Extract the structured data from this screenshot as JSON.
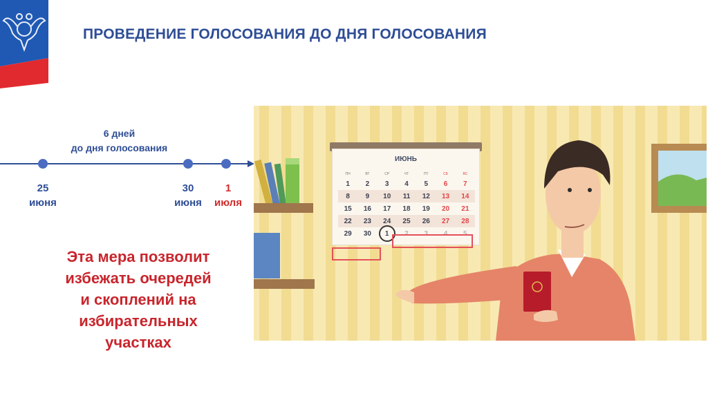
{
  "title": "ПРОВЕДЕНИЕ ГОЛОСОВАНИЯ ДО ДНЯ ГОЛОСОВАНИЯ",
  "timeline": {
    "range_line1": "6 дней",
    "range_line2": "до дня голосования",
    "dates": [
      {
        "day": "25",
        "month": "июня"
      },
      {
        "day": "30",
        "month": "июня"
      },
      {
        "day": "1",
        "month": "июля"
      }
    ]
  },
  "lead_lines": [
    "Эта мера позволит",
    "избежать очередей",
    "и скоплений на",
    "избирательных",
    "участках"
  ],
  "calendar": {
    "month": "ИЮНЬ",
    "weekdays": [
      "ПН",
      "ВТ",
      "СР",
      "ЧТ",
      "ПТ",
      "СБ",
      "ВС"
    ],
    "weeks": [
      [
        "1",
        "2",
        "3",
        "4",
        "5",
        "6",
        "7"
      ],
      [
        "8",
        "9",
        "10",
        "11",
        "12",
        "13",
        "14"
      ],
      [
        "15",
        "16",
        "17",
        "18",
        "19",
        "20",
        "21"
      ],
      [
        "22",
        "23",
        "24",
        "25",
        "26",
        "27",
        "28"
      ],
      [
        "29",
        "30",
        "1",
        "2",
        "3",
        "4",
        "5"
      ]
    ],
    "marked_day": "1"
  },
  "colors": {
    "title_blue": "#2e4d95",
    "accent_red": "#c8252c",
    "wall": "#f8e9b3"
  }
}
